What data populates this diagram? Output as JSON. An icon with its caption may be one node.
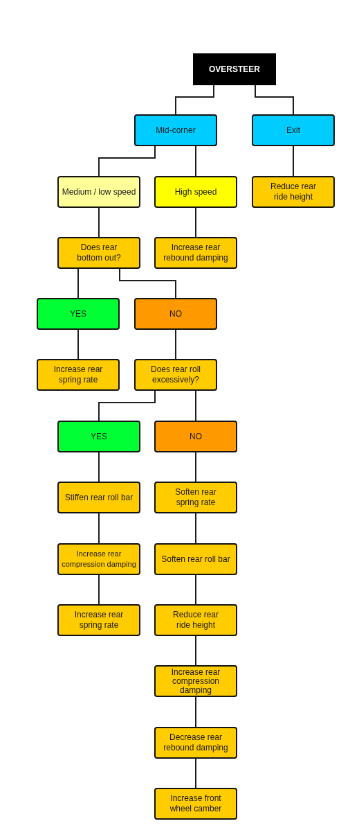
{
  "diagram": {
    "nodes": [
      {
        "text": [
          "OVERSTEER"
        ]
      },
      {
        "text": [
          "Mid-corner"
        ]
      },
      {
        "text": [
          "Exit"
        ]
      },
      {
        "text": [
          "Medium / low speed"
        ]
      },
      {
        "text": [
          "High speed"
        ]
      },
      {
        "text": [
          "Reduce rear ride height"
        ]
      },
      {
        "text": [
          "Does rear bottom out?"
        ]
      },
      {
        "text": [
          "Increase rear rebound damping"
        ]
      },
      {
        "text": [
          "YES"
        ]
      },
      {
        "text": [
          "NO"
        ]
      },
      {
        "text": [
          "Increase rear spring rate"
        ]
      },
      {
        "text": [
          "Does rear roll excessively?"
        ]
      },
      {
        "text": [
          "YES"
        ]
      },
      {
        "text": [
          "NO"
        ]
      },
      {
        "text": [
          "Stiffen rear roll bar"
        ]
      },
      {
        "text": [
          "Soften rear spring rate"
        ]
      },
      {
        "text": [
          "Increase rear compression damping"
        ]
      },
      {
        "text": [
          "Soften rear roll bar"
        ]
      },
      {
        "text": [
          "Increase rear spring rate"
        ]
      },
      {
        "text": [
          "Reduce rear ride height"
        ]
      },
      {
        "text": [
          "Increase rear compression damping"
        ]
      },
      {
        "text": [
          "Decrease rear rebound damping"
        ]
      },
      {
        "text": [
          "Increase front wheel camber"
        ]
      }
    ],
    "edges": [
      {
        "from": 0,
        "to": 1,
        "arrow": "none"
      },
      {
        "from": 0,
        "to": 2,
        "arrow": "none"
      },
      {
        "from": 1,
        "to": 3,
        "arrow": "none"
      },
      {
        "from": 1,
        "to": 4,
        "arrow": "none"
      },
      {
        "from": 2,
        "to": 5,
        "arrow": "none"
      },
      {
        "from": 3,
        "to": 6,
        "arrow": "none"
      },
      {
        "from": 4,
        "to": 7,
        "arrow": "none"
      },
      {
        "from": 6,
        "to": 8,
        "arrow": "none"
      },
      {
        "from": 6,
        "to": 9,
        "arrow": "none"
      },
      {
        "from": 8,
        "to": 10,
        "arrow": "none"
      },
      {
        "from": 9,
        "to": 11,
        "arrow": "none"
      },
      {
        "from": 11,
        "to": 12,
        "arrow": "none"
      },
      {
        "from": 11,
        "to": 13,
        "arrow": "none"
      },
      {
        "from": 12,
        "to": 14,
        "arrow": "none"
      },
      {
        "from": 14,
        "to": 16,
        "arrow": "none"
      },
      {
        "from": 16,
        "to": 18,
        "arrow": "none"
      },
      {
        "from": 13,
        "to": 15,
        "arrow": "none"
      },
      {
        "from": 15,
        "to": 17,
        "arrow": "none"
      },
      {
        "from": 17,
        "to": 19,
        "arrow": "none"
      },
      {
        "from": 19,
        "to": 20,
        "arrow": "none"
      },
      {
        "from": 20,
        "to": 21,
        "arrow": "none"
      },
      {
        "from": 21,
        "to": 22,
        "arrow": "none"
      }
    ]
  }
}
